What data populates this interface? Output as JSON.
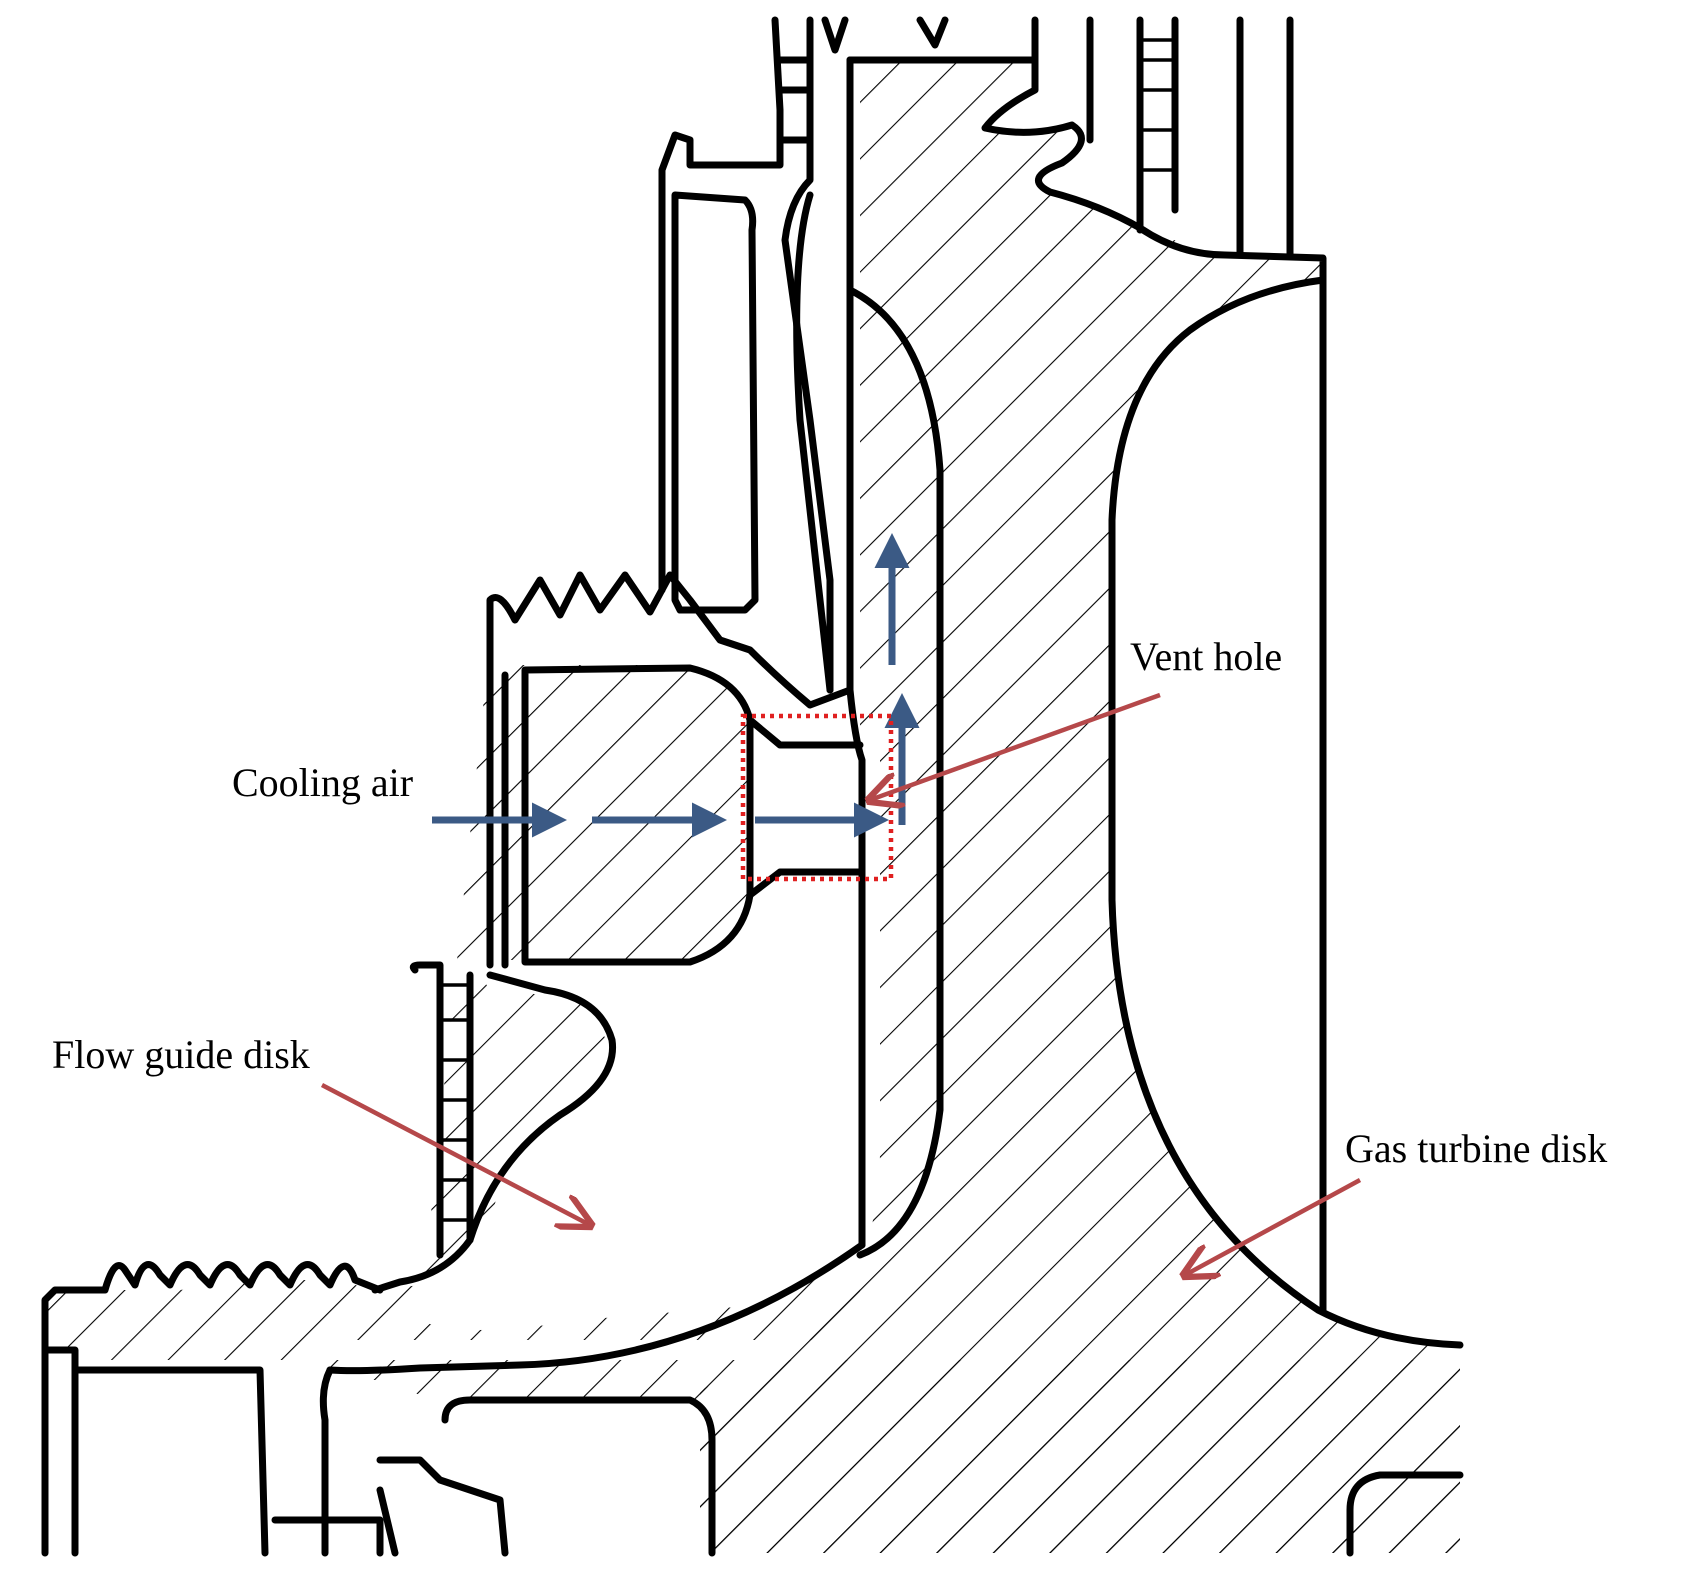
{
  "labels": {
    "cooling_air": "Cooling air",
    "vent_hole": "Vent hole",
    "flow_guide_disk": "Flow guide disk",
    "gas_turbine_disk": "Gas turbine disk"
  },
  "colors": {
    "outline": "#000000",
    "flow_arrow": "#3b5a85",
    "pointer_arrow": "#b5484a",
    "highlight_box": "#e02020",
    "background": "#ffffff"
  }
}
